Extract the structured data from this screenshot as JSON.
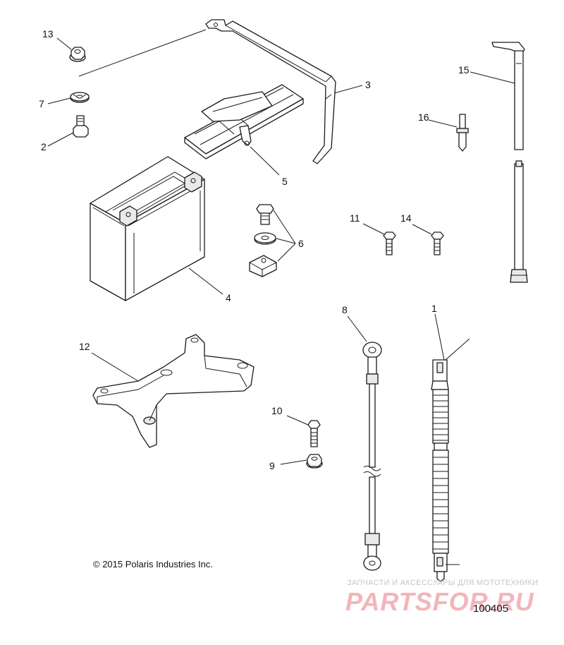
{
  "callouts": [
    {
      "id": "callout-13",
      "label": "13"
    },
    {
      "id": "callout-7",
      "label": "7"
    },
    {
      "id": "callout-2",
      "label": "2"
    },
    {
      "id": "callout-3",
      "label": "3"
    },
    {
      "id": "callout-5",
      "label": "5"
    },
    {
      "id": "callout-4",
      "label": "4"
    },
    {
      "id": "callout-6",
      "label": "6"
    },
    {
      "id": "callout-11",
      "label": "11"
    },
    {
      "id": "callout-14",
      "label": "14"
    },
    {
      "id": "callout-15",
      "label": "15"
    },
    {
      "id": "callout-16",
      "label": "16"
    },
    {
      "id": "callout-12",
      "label": "12"
    },
    {
      "id": "callout-8",
      "label": "8"
    },
    {
      "id": "callout-1",
      "label": "1"
    },
    {
      "id": "callout-10",
      "label": "10"
    },
    {
      "id": "callout-9",
      "label": "9"
    }
  ],
  "copyright": "© 2015 Polaris Industries Inc.",
  "watermark": {
    "caption": "ЗАПЧАСТИ И АКСЕССУАРЫ ДЛЯ МОТОТЕХНИКИ",
    "logo": "PARTSFOR.RU"
  },
  "figure_id": "100405",
  "colors": {
    "line": "#1a1a1a",
    "watermark": "#f2a9ad"
  }
}
